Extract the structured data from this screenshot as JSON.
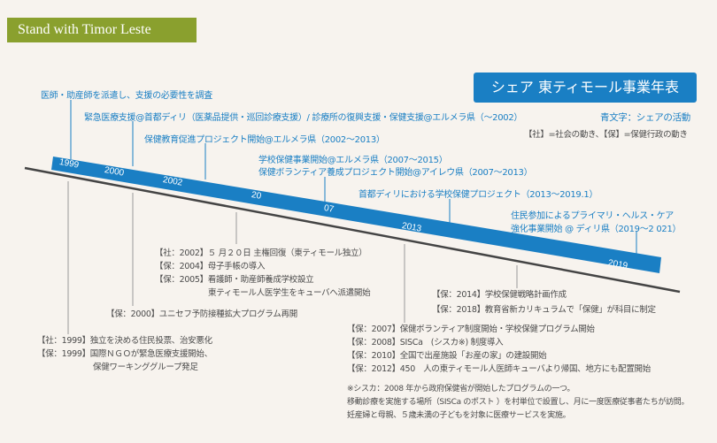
{
  "brand": "Stand with Timor Leste",
  "title": "シェア 東ティモール事業年表",
  "legend": {
    "blue_text": "青文字：シェアの活動",
    "keys": "【社】=社会の動き、【保】=保健行政の動き"
  },
  "colors": {
    "accent": "#1a7fc4",
    "brand": "#8aa02e",
    "background": "#f7f3ee",
    "text": "#4a4a4a"
  },
  "timeline_years": [
    "1999",
    "2000",
    "2002",
    "20",
    "07",
    "2013",
    "2019"
  ],
  "share_activities": [
    "医師・助産師を派遣し、支援の必要性を調査",
    "緊急医療支援@首都ディリ（医薬品提供・巡回診療支援）/ 診療所の復興支援・保健支援@エルメラ県（～2002）",
    "保健教育促進プロジェクト開始@エルメラ県（2002～2013）",
    "学校保健事業開始@エルメラ県（2007～2015）",
    "保健ボランティア養成プロジェクト開始@アイレウ県（2007～2013）",
    "首都ディリにおける学校保健プロジェクト（2013～2019.1）",
    "住民参加によるプライマリ・ヘルス・ケア",
    "強化事業開始 @ ディリ県（2019～2 021）"
  ],
  "events": {
    "y2002": [
      "【社：2002】５ 月２０日 主権回復（東ティモール独立）",
      "【保：2004】母子手帳の導入",
      "【保：2005】看護師・助産師養成学校設立",
      "東ティモール人医学生をキューバへ派遣開始"
    ],
    "y2000": [
      "【保：2000】ユニセフ予防接種拡大プログラム再開"
    ],
    "y1999": [
      "【社：1999】独立を決める住民投票、治安悪化",
      "【保：1999】国際ＮＧＯが緊急医療支援開始、",
      "保健ワーキンググループ発足"
    ],
    "y2014": [
      "【保：2014】学校保健戦略計画作成",
      "【保：2018】教育省新カリキュラムで「保健」が科目に制定"
    ],
    "y2007": [
      "【保：2007】保健ボランティア制度開始・学校保健プログラム開始",
      "【保：2008】SISCa　(シスカ※) 制度導入",
      "【保：2010】全国で出産施設「お産の家」の建設開始",
      "【保：2012】450　人の東ティモール人医師キューバより帰国、地方にも配置開始"
    ]
  },
  "note": [
    "※シスカ：2008 年から政府保健省が開始したプログラムの一つ。",
    "移動診療を実施する場所（SISCa のポスト ）を村単位で設置し、月に一度医療従事者たちが訪問。",
    "妊産婦と母親、５歳未満の子どもを対象に医療サービスを実施。"
  ]
}
